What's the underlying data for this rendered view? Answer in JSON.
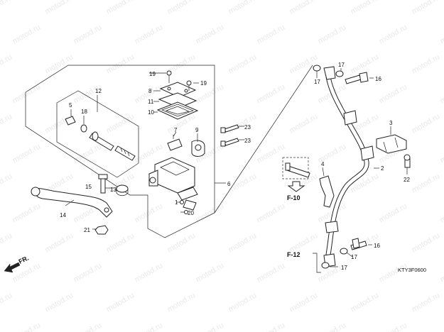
{
  "watermark": "motod.ru",
  "diagram_code": "KTY3F0600",
  "direction_label": "FR.",
  "reference_labels": [
    "F-10",
    "F-12"
  ],
  "part_callouts": [
    "1",
    "2",
    "3",
    "4",
    "5",
    "6",
    "7",
    "8",
    "9",
    "10",
    "11",
    "12",
    "13",
    "14",
    "15",
    "16",
    "16",
    "17",
    "17",
    "17",
    "17",
    "18",
    "19",
    "19",
    "20",
    "21",
    "22",
    "23",
    "23"
  ]
}
